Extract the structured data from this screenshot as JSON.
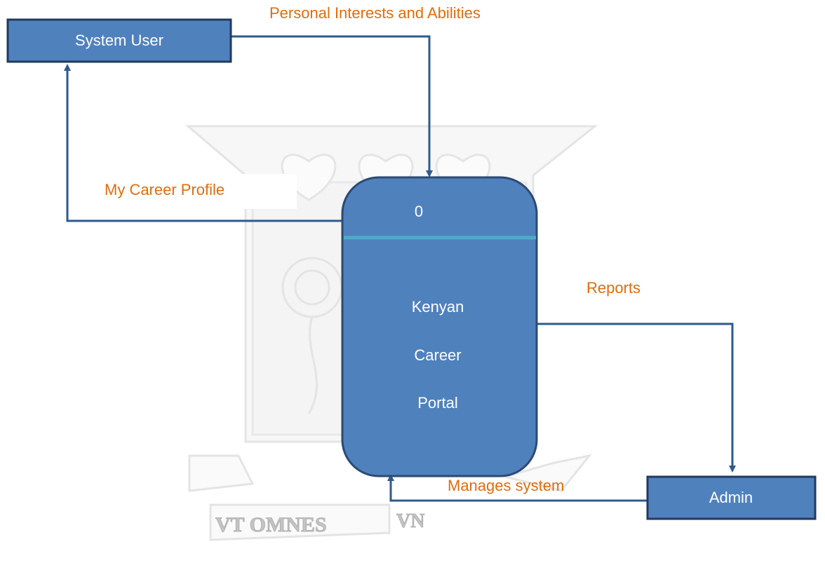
{
  "external_entities": {
    "system_user": "System User",
    "admin": "Admin"
  },
  "process": {
    "number": "0",
    "name_lines": [
      "Kenyan",
      "Career",
      "Portal"
    ]
  },
  "data_flows": {
    "personal_interests": "Personal Interests and Abilities",
    "career_profile": "My Career Profile",
    "reports": "Reports",
    "manages_system": "Manages system"
  },
  "watermark": {
    "motto_left": "VT OMNES",
    "motto_right": "VN"
  },
  "colors": {
    "box_fill": "#4f81bd",
    "box_stroke": "#385d8a",
    "arrow": "#2e5a8f",
    "flow_label": "#e36c0a",
    "divider": "#4bacc6",
    "box_text": "#ffffff",
    "watermark": "#c8c8c8"
  }
}
